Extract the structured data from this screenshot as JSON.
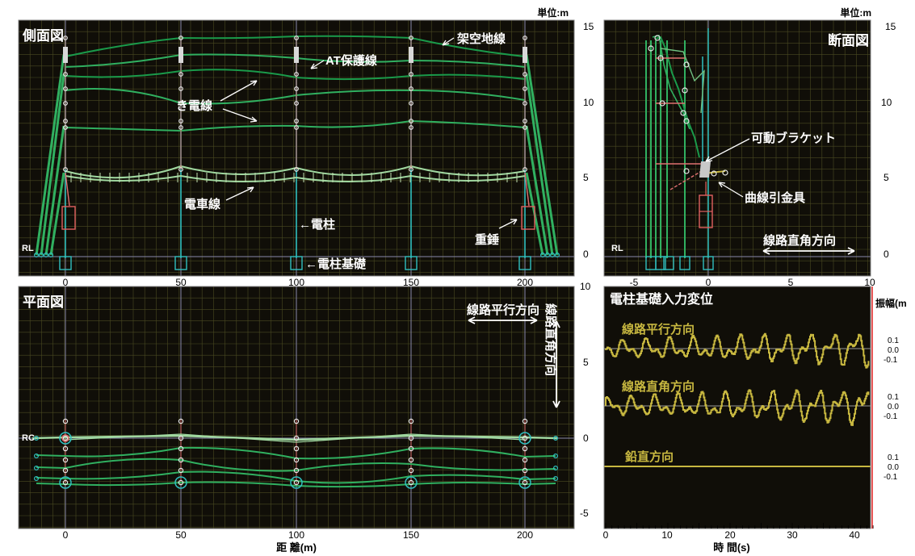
{
  "colors": {
    "panel_bg": "#100e08",
    "grid": "#4a4a22",
    "pole": "#30c0c0",
    "wire_dark": "#1a9a4a",
    "wire_mid": "#30b060",
    "wire_light": "#70c080",
    "trolley": "#a0d8a0",
    "hanger": "#c0e0b0",
    "bracket_pink": "#e07070",
    "weight": "#e06060",
    "signal": "#c8b840",
    "axis_line": "#c8c8c8",
    "label_white": "#ffffff",
    "red_axis": "#e02020"
  },
  "side_view": {
    "title": "側面図",
    "unit_label": "単位:m",
    "x_ticks": [
      "0",
      "50",
      "100",
      "150",
      "200"
    ],
    "y_ticks": [
      "15",
      "10",
      "5",
      "0"
    ],
    "rl_label": "RL",
    "labels": {
      "overhead_ground_wire": "架空地線",
      "at_protective_wire": "AT保護線",
      "feeder": "き電線",
      "contact_wire": "電車線",
      "pole": "←電柱",
      "pole_foundation": "←電柱基礎",
      "weight": "重錘"
    }
  },
  "cross_section": {
    "title": "断面図",
    "unit_label": "単位:m",
    "x_ticks": [
      "-5",
      "0",
      "5",
      "10"
    ],
    "y_ticks": [
      "15",
      "10",
      "5",
      "0"
    ],
    "rl_label": "RL",
    "labels": {
      "movable_bracket": "可動ブラケット",
      "curve_pull_off": "曲線引金具",
      "perpendicular": "線路直角方向"
    }
  },
  "plan_view": {
    "title": "平面図",
    "x_ticks": [
      "0",
      "50",
      "100",
      "150",
      "200"
    ],
    "y_ticks": [
      "10",
      "5",
      "0",
      "-5"
    ],
    "xlabel": "距 離(m)",
    "rc_label": "RC",
    "labels": {
      "parallel": "線路平行方向",
      "perpendicular": "線路直角方向"
    }
  },
  "input_panel": {
    "title": "電柱基礎入力変位",
    "amplitude_label": "振幅(m",
    "xlabel": "時 間(s)",
    "x_ticks": [
      "0",
      "10",
      "20",
      "30",
      "40"
    ],
    "series_labels": {
      "parallel": "線路平行方向",
      "perpendicular": "線路直角方向",
      "vertical": "鉛直方向"
    },
    "amp_ticks": [
      "0.1",
      "0.0",
      "-0.1"
    ]
  }
}
